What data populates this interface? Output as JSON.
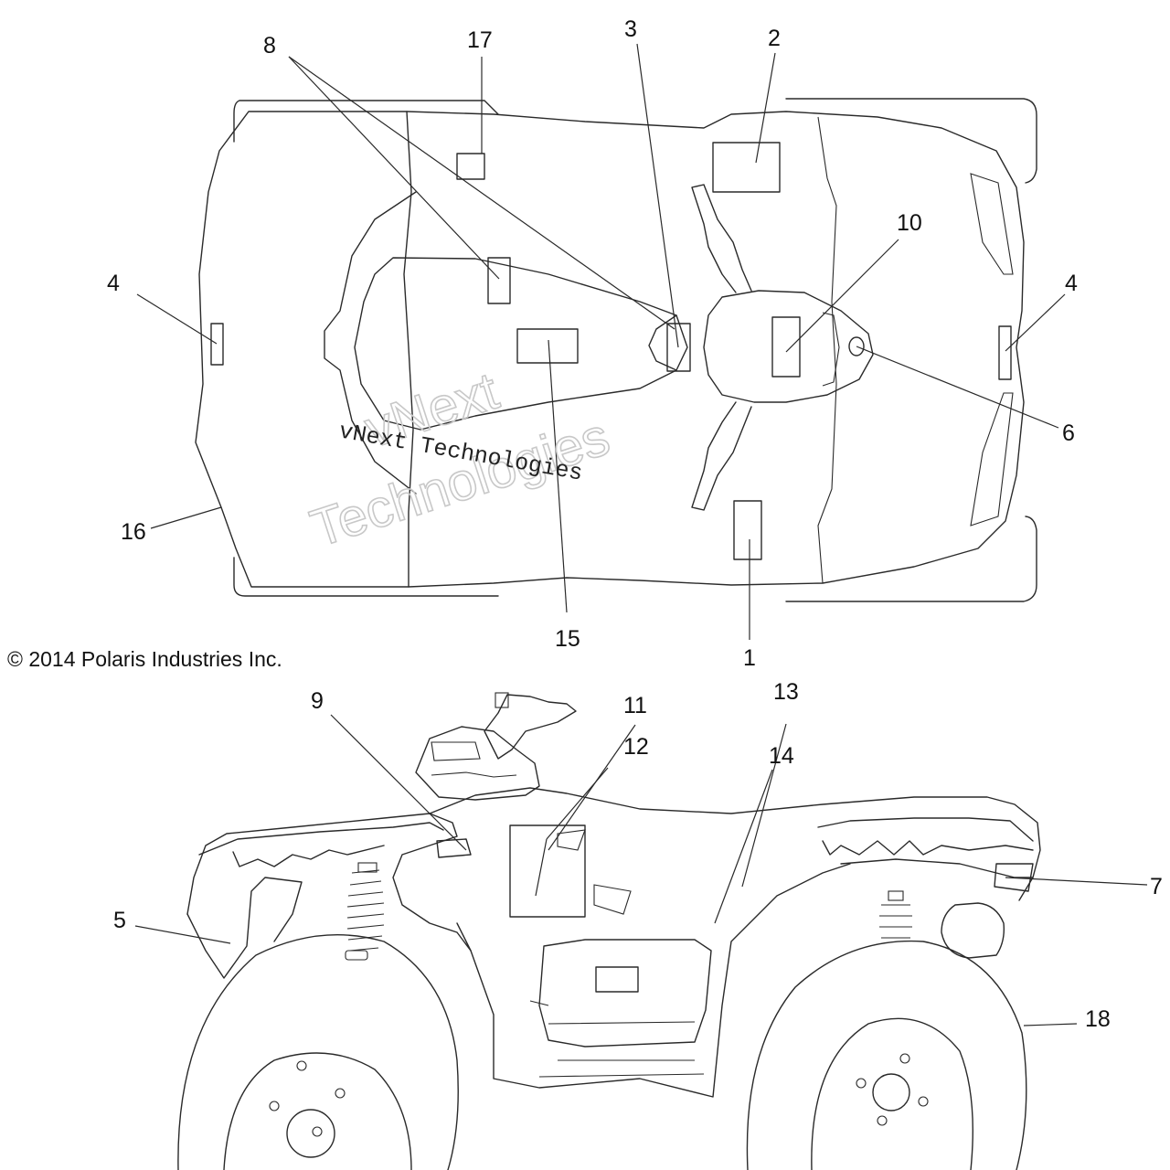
{
  "copyright": "© 2014 Polaris Industries Inc.",
  "watermark": {
    "outline_line1": "vNext",
    "outline_line2": "Technologies",
    "text": "vNext Technologies"
  },
  "top_view_callouts": [
    "17",
    "8",
    "3",
    "2",
    "10",
    "4",
    "4",
    "6",
    "16",
    "15",
    "1"
  ],
  "side_view_callouts": [
    "11",
    "9",
    "12",
    "13",
    "14",
    "5",
    "7",
    "18"
  ]
}
